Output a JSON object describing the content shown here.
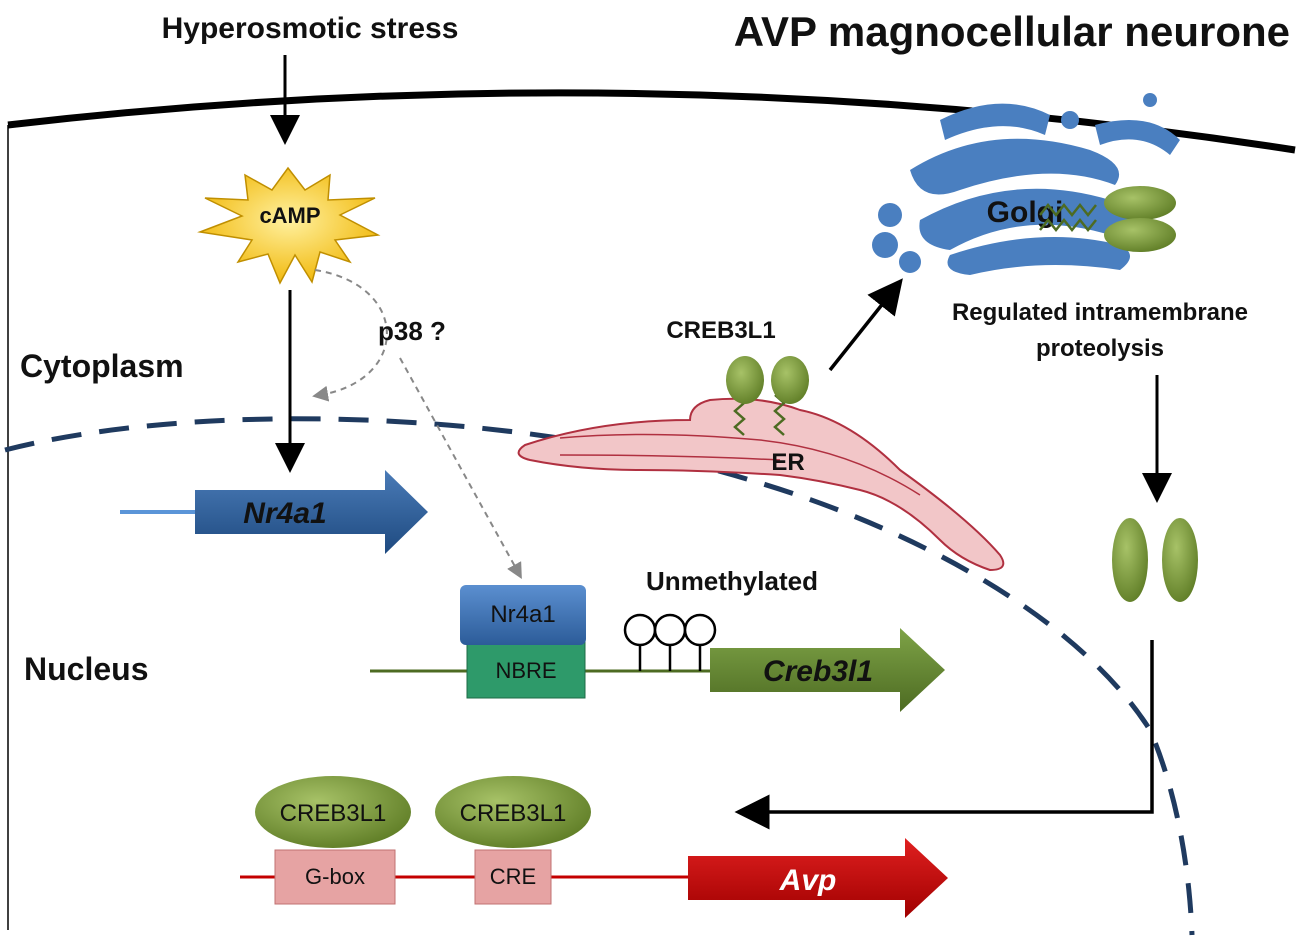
{
  "title": "AVP magnocellular neurone",
  "stimulus": "Hyperosmotic stress",
  "second_messenger": "cAMP",
  "kinase": "p38 ?",
  "compartments": {
    "cytoplasm": "Cytoplasm",
    "nucleus": "Nucleus"
  },
  "organelles": {
    "golgi": "Golgi",
    "er": "ER"
  },
  "creb_label_er": "CREB3L1",
  "proteolysis": {
    "line1": "Regulated intramembrane",
    "line2": "proteolysis"
  },
  "genes": {
    "nr4a1": "Nr4a1",
    "creb3l1": "Creb3l1",
    "avp": "Avp"
  },
  "nr4a1_protein": "Nr4a1",
  "nbre": "NBRE",
  "methylation": "Unmethylated",
  "avp_promoter": {
    "gbox": "G-box",
    "cre": "CRE",
    "factor1": "CREB3L1",
    "factor2": "CREB3L1"
  },
  "colors": {
    "membrane": "#000000",
    "nuclear_envelope": "#1f3a5f",
    "nr4a1_gene": "#2e5a8e",
    "creb3l1_gene": "#5e7f2e",
    "avp_gene": "#c40000",
    "camp_burst": "#f5c518",
    "golgi": "#4a7fc0",
    "er": "#f2c6c8",
    "creb3l1_protein": "#7d9c3a",
    "nbre_box": "#2e9a6a",
    "promoter_box": "#e6a3a3"
  }
}
